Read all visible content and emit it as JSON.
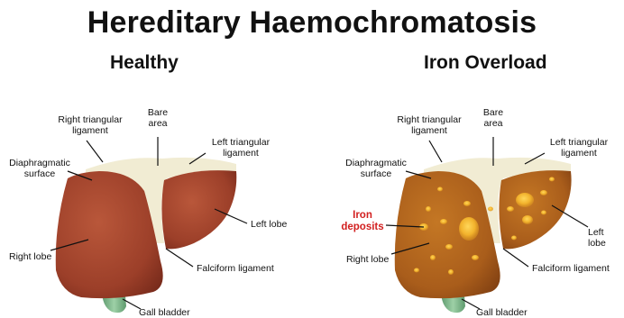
{
  "title": "Hereditary Haemochromatosis",
  "panels": {
    "healthy": {
      "heading": "Healthy",
      "labels": {
        "right_triangular": "Right triangular\nligament",
        "bare_area": "Bare\narea",
        "left_triangular": "Left triangular\nligament",
        "diaphragmatic": "Diaphragmatic\nsurface",
        "left_lobe": "Left lobe",
        "right_lobe": "Right lobe",
        "falciform": "Falciform ligament",
        "gall_bladder": "Gall bladder"
      }
    },
    "iron": {
      "heading": "Iron Overload",
      "labels": {
        "right_triangular": "Right triangular\nligament",
        "bare_area": "Bare\narea",
        "left_triangular": "Left triangular\nligament",
        "diaphragmatic": "Diaphragmatic\nsurface",
        "iron_deposits": "Iron\ndeposits",
        "left_lobe": "Left lobe",
        "right_lobe": "Right lobe",
        "falciform": "Falciform ligament",
        "gall_bladder": "Gall bladder"
      }
    }
  },
  "colors": {
    "healthy_liver": "#a4452e",
    "iron_liver": "#b0641c",
    "iron_deposit": "#f0b830",
    "ligament": "#f1ecd3",
    "gall_bladder": "#7fb58a",
    "label_accent": "#d21f1f"
  }
}
